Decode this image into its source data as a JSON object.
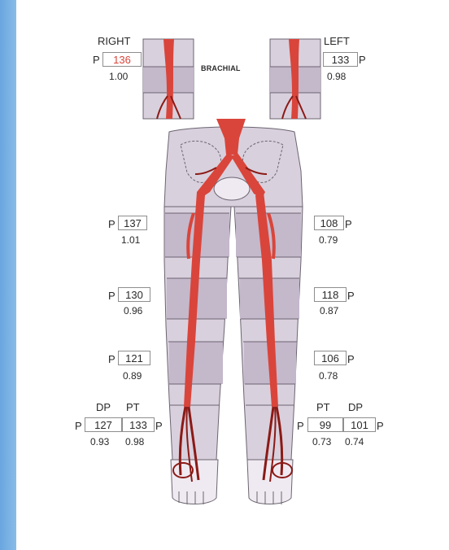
{
  "colors": {
    "artery": "#d9453b",
    "artery_dark": "#8b1a16",
    "body_fill": "#d9d0dd",
    "band_fill": "#c4b8cb",
    "outline": "#6b6470",
    "highlight_value": "#d9453b"
  },
  "diagram": {
    "center_label": "BRACHIAL",
    "right_header": "RIGHT",
    "left_header": "LEFT",
    "pressure_prefix": "P",
    "right": {
      "brachial": {
        "value": "136",
        "ratio": "1.00"
      },
      "high_thigh": {
        "value": "137",
        "ratio": "1.01"
      },
      "low_thigh": {
        "value": "130",
        "ratio": "0.96"
      },
      "calf": {
        "value": "121",
        "ratio": "0.89"
      },
      "ankle": {
        "dp_label": "DP",
        "pt_label": "PT",
        "dp_value": "127",
        "pt_value": "133",
        "dp_ratio": "0.93",
        "pt_ratio": "0.98"
      }
    },
    "left": {
      "brachial": {
        "value": "133",
        "ratio": "0.98"
      },
      "high_thigh": {
        "value": "108",
        "ratio": "0.79"
      },
      "low_thigh": {
        "value": "118",
        "ratio": "0.87"
      },
      "calf": {
        "value": "106",
        "ratio": "0.78"
      },
      "ankle": {
        "pt_label": "PT",
        "dp_label": "DP",
        "pt_value": "99",
        "dp_value": "101",
        "pt_ratio": "0.73",
        "dp_ratio": "0.74"
      }
    }
  }
}
